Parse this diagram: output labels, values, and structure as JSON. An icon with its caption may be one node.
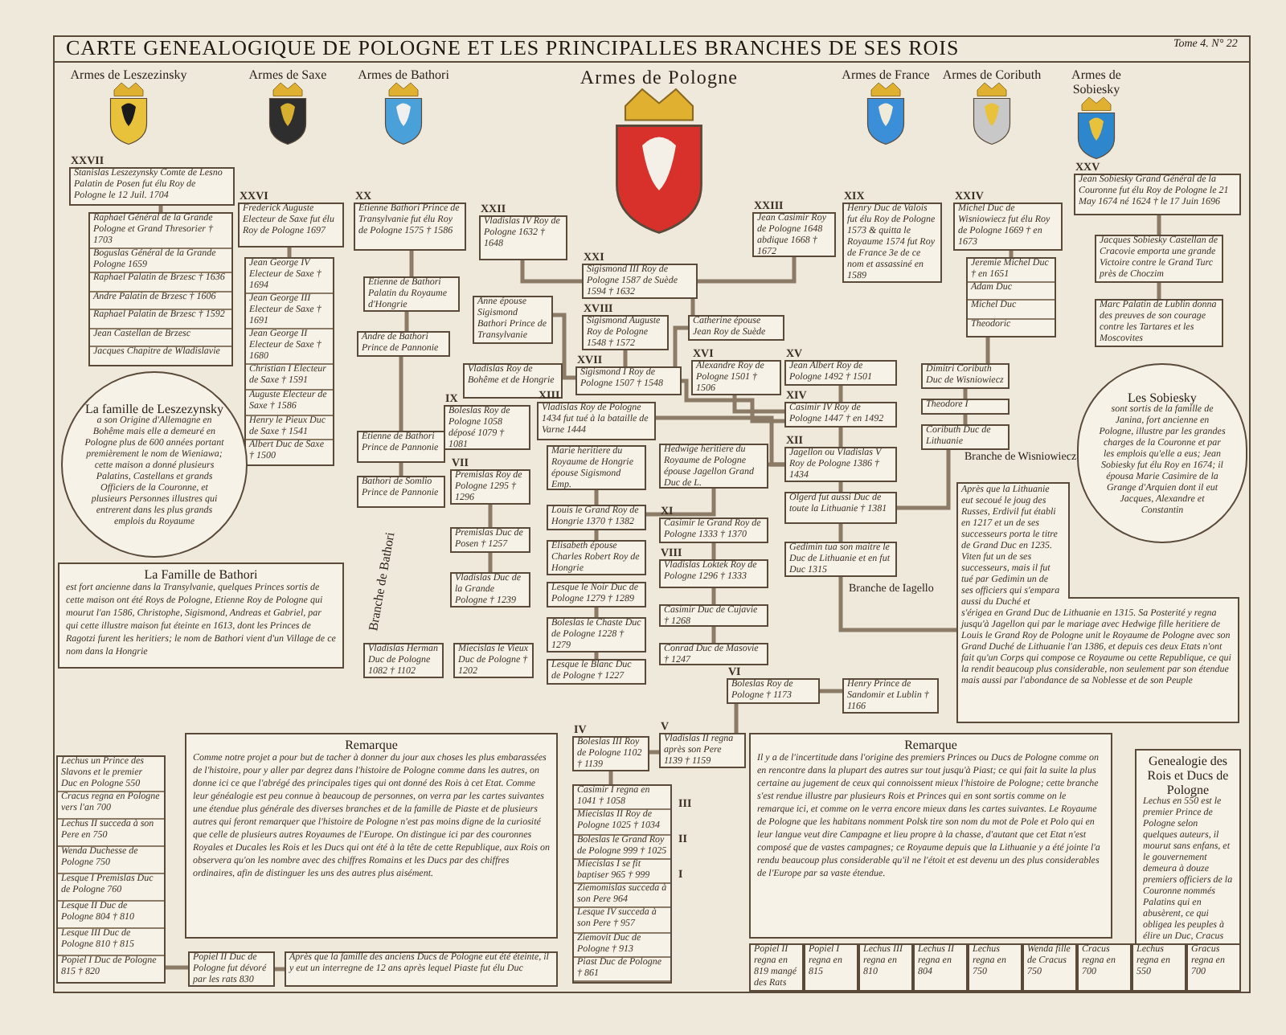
{
  "diagram": {
    "title": "CARTE GENEALOGIQUE DE POLOGNE ET LES PRINCIPALLES BRANCHES DE SES ROIS",
    "nodes": [
      {
        "text": [
          "Armes de Leszezinsky"
        ]
      },
      {
        "text": [
          "Armes de Saxe"
        ]
      },
      {
        "text": [
          "Armes de Bathori"
        ]
      },
      {
        "text": [
          "Armes de Pologne"
        ]
      },
      {
        "text": [
          "Armes de France"
        ]
      },
      {
        "text": [
          "Armes de Coributh"
        ]
      },
      {
        "text": [
          "Armes de Sobiesky"
        ]
      },
      {
        "text": [
          "Stanislas Leszezynsky Comte de Lesno Palatin de Posen fut élu Roy de Pologne le 12 Juil. 1704"
        ],
        "beside": [
          "XXVII"
        ]
      },
      {
        "text": [
          "Raphael Général de la Grande Pologne et Grand Thresorier † 1703",
          "Boguslas Général de la Grande Pologne 1659",
          "Raphael Palatin de Brzesc † 1636",
          "Andre Palatin de Brzesc † 1606",
          "Raphael Palatin de Brzesc † 1592",
          "Jean Castellan de Brzesc",
          "Jacques Chapitre de Wladislavie"
        ]
      },
      {
        "text": [
          "Frederick Auguste Electeur de Saxe fut élu Roy de Pologne 1697"
        ],
        "beside": [
          "XXVI"
        ]
      },
      {
        "text": [
          "Jean George IV Electeur de Saxe † 1694",
          "Jean George III Electeur de Saxe † 1691",
          "Jean George II Electeur de Saxe † 1680",
          "Christian I Electeur de Saxe † 1591",
          "Auguste Electeur de Saxe † 1586",
          "Henry le Pieux Duc de Saxe † 1541",
          "Albert Duc de Saxe † 1500"
        ]
      },
      {
        "text": [
          "Etienne Bathori Prince de Transylvanie fut élu Roy de Pologne 1575 † 1586"
        ],
        "beside": [
          "XX"
        ]
      },
      {
        "text": [
          "Etienne de Bathori Palatin du Royaume d'Hongrie"
        ]
      },
      {
        "text": [
          "Andre de Bathori Prince de Pannonie"
        ]
      },
      {
        "text": [
          "Etienne de Bathori Prince de Pannonie"
        ]
      },
      {
        "text": [
          "Bathori de Somlio Prince de Pannonie"
        ]
      },
      {
        "text": [
          "Vladislas IV Roy de Pologne 1632 † 1648"
        ],
        "beside": [
          "XXII"
        ]
      },
      {
        "text": [
          "Anne épouse Sigismond Bathori Prince de Transylvanie"
        ]
      },
      {
        "text": [
          "Sigismond III Roy de Pologne 1587 de Suède 1594 † 1632"
        ],
        "beside": [
          "XXI"
        ]
      },
      {
        "text": [
          "Sigismond Auguste Roy de Pologne 1548 † 1572"
        ],
        "beside": [
          "XVIII"
        ]
      },
      {
        "text": [
          "Catherine épouse Jean Roy de Suède"
        ]
      },
      {
        "text": [
          "Jean Casimir Roy de Pologne 1648 abdique 1668 † 1672"
        ],
        "beside": [
          "XXIII"
        ]
      },
      {
        "text": [
          "Henry Duc de Valois fut élu Roy de Pologne 1573 & quitta le Royaume 1574 fut Roy de France 3e de ce nom et assassiné en 1589"
        ],
        "beside": [
          "XIX"
        ]
      },
      {
        "text": [
          "Michel Duc de Wisniowiecz fut élu Roy de Pologne 1669 † en 1673"
        ],
        "beside": [
          "XXIV"
        ]
      },
      {
        "text": [
          "Jeremie Michel Duc † en 1651",
          "Adam Duc",
          "Michel Duc",
          "Theodoric"
        ]
      },
      {
        "text": [
          "Jean Sobiesky Grand Général de la Couronne fut élu Roy de Pologne le 21 May 1674 né 1624 † le 17 Juin 1696"
        ],
        "beside": [
          "XXV"
        ]
      },
      {
        "text": [
          "Jacques Sobiesky Castellan de Cracovie emporta une grande Victoire contre le Grand Turc près de Choczim"
        ]
      },
      {
        "text": [
          "Marc Palatin de Lublin donna des preuves de son courage contre les Tartares et les Moscovites"
        ]
      },
      {
        "text": [
          "La famille de Leszezynsky",
          "a son Origine d'Allemagne en Bohême mais elle a demeuré en Pologne plus de 600 années portant premièrement le nom de Wieniawa; cette maison a donné plusieurs Palatins, Castellans et grands Officiers de la Couronne, et plusieurs Personnes illustres qui entrerent dans les plus grands emplois du Royaume"
        ]
      },
      {
        "text": [
          "La Famille de Bathori",
          "est fort ancienne dans la Transylvanie, quelques Princes sortis de cette maison ont été Roys de Pologne, Etienne Roy de Pologne qui mourut l'an 1586, Christophe, Sigismond, Andreas et Gabriel, par qui cette illustre maison fut éteinte en 1613, dont les Princes de Ragotzi furent les heritiers; le nom de Bathori vient d'un Village de ce nom dans la Hongrie"
        ]
      },
      {
        "text": [
          "Les Sobiesky",
          "sont sortis de la famille de Janina, fort ancienne en Pologne, illustre par les grandes charges de la Couronne et par les emplois qu'elle a eus; Jean Sobiesky fut élu Roy en 1674; il épousa Marie Casimire de la Grange d'Arquien dont il eut Jacques, Alexandre et Constantin"
        ]
      },
      {
        "text": [
          "Après que la Lithuanie eut secoué le joug des Russes, Erdivil fut établi en 1217 et un de ses successeurs porta le titre de Grand Duc en 1235. Viten fut un de ses successeurs, mais il fut tué par Gedimin un de ses officiers qui s'empara aussi du Duché et s'érigea en Grand Duc de Lithuanie en 1315. Sa Posterité y regna jusqu'à Jagellon qui par le mariage avec Hedwige fille heritiere de Louis le Grand Roy de Pologne unit le Royaume de Pologne avec son Grand Duché de Lithuanie l'an 1386, et depuis ces deux Etats n'ont fait qu'un Corps qui compose ce Royaume ou cette Republique, ce qui la rendit beaucoup plus considerable, non seulement par son étendue mais aussi par l'abondance de sa Noblesse et de son Peuple"
        ]
      },
      {
        "text": [
          "Vladislas Roy de Bohême et de Hongrie"
        ]
      },
      {
        "text": [
          "Sigismond I Roy de Pologne 1507 † 1548"
        ],
        "beside": [
          "XVII"
        ]
      },
      {
        "text": [
          "Alexandre Roy de Pologne 1501 † 1506"
        ],
        "beside": [
          "XVI"
        ]
      },
      {
        "text": [
          "Jean Albert Roy de Pologne 1492 † 1501"
        ],
        "beside": [
          "XV"
        ]
      },
      {
        "text": [
          "Casimir IV Roy de Pologne 1447 † en 1492"
        ],
        "beside": [
          "XIV"
        ]
      },
      {
        "text": [
          "Vladislas Roy de Pologne 1434 fut tué à la bataille de Varne 1444"
        ],
        "beside": [
          "XIII"
        ]
      },
      {
        "text": [
          "Jagellon ou Vladislas V Roy de Pologne 1386 † 1434"
        ],
        "beside": [
          "XII"
        ]
      },
      {
        "text": [
          "Olgerd fut aussi Duc de toute la Lithuanie † 1381"
        ]
      },
      {
        "text": [
          "Gedimin tua son maitre le Duc de Lithuanie et en fut Duc 1315"
        ]
      },
      {
        "text": [
          "Dimitri Coributh Duc de Wisniowiecz"
        ]
      },
      {
        "text": [
          "Theodore I"
        ]
      },
      {
        "text": [
          "Coributh Duc de Lithuanie"
        ]
      },
      {
        "text": [
          "Boleslas Roy de Pologne 1058 déposé 1079 † 1081"
        ],
        "beside": [
          "IX"
        ]
      },
      {
        "text": [
          "Premislas Roy de Pologne 1295 † 1296"
        ],
        "beside": [
          "VII"
        ]
      },
      {
        "text": [
          "Premislas Duc de Posen † 1257"
        ]
      },
      {
        "text": [
          "Vladislas Duc de la Grande Pologne † 1239"
        ]
      },
      {
        "text": [
          "Vladislas Herman Duc de Pologne 1082 † 1102"
        ]
      },
      {
        "text": [
          "Miecislas le Vieux Duc de Pologne † 1202"
        ]
      },
      {
        "text": [
          "Marie heritiere du Royaume de Hongrie épouse Sigismond Emp."
        ]
      },
      {
        "text": [
          "Hedwige heritiere du Royaume de Pologne épouse Jagellon Grand Duc de L."
        ]
      },
      {
        "text": [
          "Louis le Grand Roy de Hongrie 1370 † 1382"
        ]
      },
      {
        "text": [
          "Casimir le Grand Roy de Pologne 1333 † 1370"
        ],
        "beside": [
          "XI"
        ]
      },
      {
        "text": [
          "Elisabeth épouse Charles Robert Roy de Hongrie"
        ]
      },
      {
        "text": [
          "Vladislas Loktek Roy de Pologne 1296 † 1333"
        ],
        "beside": [
          "VIII"
        ]
      },
      {
        "text": [
          "Lesque le Noir Duc de Pologne 1279 † 1289"
        ]
      },
      {
        "text": [
          "Boleslas le Chaste Duc de Pologne 1228 † 1279"
        ]
      },
      {
        "text": [
          "Lesque le Blanc Duc de Pologne † 1227"
        ]
      },
      {
        "text": [
          "Casimir Duc de Cujavie † 1268"
        ]
      },
      {
        "text": [
          "Conrad Duc de Masovie † 1247"
        ]
      },
      {
        "text": [
          "Boleslas Roy de Pologne † 1173"
        ],
        "beside": [
          "VI"
        ]
      },
      {
        "text": [
          "Henry Prince de Sandomir et Lublin † 1166"
        ]
      },
      {
        "text": [
          "Vladislas II regna après son Pere 1139 † 1159"
        ],
        "beside": [
          "V"
        ]
      },
      {
        "text": [
          "Boleslas III Roy de Pologne 1102 † 1139"
        ],
        "beside": [
          "IV"
        ]
      },
      {
        "text": [
          "Casimir I regna en 1041 † 1058",
          "Miecislas II Roy de Pologne 1025 † 1034",
          "Boleslas le Grand Roy de Pologne 999 † 1025",
          "Miecislas I se fit baptiser 965 † 999",
          "Ziemomislas succeda à son Pere 964",
          "Lesque IV succeda à son Pere † 957",
          "Ziemovit Duc de Pologne † 913",
          "Piast Duc de Pologne † 861"
        ],
        "beside": [
          "III",
          "II",
          "I"
        ]
      },
      {
        "text": [
          "Remarque",
          "Comme notre projet a pour but de tacher à donner du jour aux choses les plus embarassées de l'histoire, pour y aller par degrez dans l'histoire de Pologne comme dans les autres, on donne ici ce que l'abrégé des principales tiges qui ont donné des Rois à cet Etat. Comme leur généalogie est peu connue à beaucoup de personnes, on verra par les cartes suivantes une étendue plus générale des diverses branches et de la famille de Piaste et de plusieurs autres qui feront remarquer que l'histoire de Pologne n'est pas moins digne de la curiosité que celle de plusieurs autres Royaumes de l'Europe. On distingue ici par des couronnes Royales et Ducales les Rois et les Ducs qui ont été à la tête de cette Republique, aux Rois on observera qu'on les nombre avec des chiffres Romains et les Ducs par des chiffres ordinaires, afin de distinguer les uns des autres plus aisément."
        ]
      },
      {
        "text": [
          "Remarque",
          "Il y a de l'incertitude dans l'origine des premiers Princes ou Ducs de Pologne comme on en rencontre dans la plupart des autres sur tout jusqu'à Piast; ce qui fait la suite la plus certaine au jugement de ceux qui connoissent mieux l'histoire de Pologne; cette branche s'est rendue illustre par plusieurs Rois et Princes qui en sont sortis comme on le remarque ici, et comme on le verra encore mieux dans les cartes suivantes. Le Royaume de Pologne que les habitans nomment Polsk tire son nom du mot de Pole et Polo qui en leur langue veut dire Campagne et lieu propre à la chasse, d'autant que cet Etat n'est composé que de vastes campagnes; ce Royaume depuis que la Lithuanie y a été jointe l'a rendu beaucoup plus considerable qu'il ne l'étoit et est devenu un des plus considerables de l'Europe par sa vaste étendue."
        ]
      },
      {
        "text": [
          "Genealogie des Rois et Ducs de Pologne",
          "Lechus en 550 est le premier Prince de Pologne selon quelques auteurs, il mourut sans enfans, et le gouvernement demeura à douze premiers officiers de la Couronne nommés Palatins qui en abusèrent, ce qui obligea les peuples à élire un Duc, Cracus"
        ]
      },
      {
        "text": [
          "Lechus un Prince des Slavons et le premier Duc en Pologne 550",
          "Cracus regna en Pologne vers l'an 700",
          "Lechus II succeda à son Pere en 750",
          "Wenda Duchesse de Pologne 750",
          "Lesque I Premislas Duc de Pologne 760",
          "Lesque II Duc de Pologne 804 † 810",
          "Lesque III Duc de Pologne 810 † 815",
          "Popiel I Duc de Pologne 815 † 820"
        ]
      },
      {
        "text": [
          "Popiel II Duc de Pologne fut dévoré par les rats 830"
        ]
      },
      {
        "text": [
          "Après que la famille des anciens Ducs de Pologne eut été éteinte, il y eut un interregne de 12 ans après lequel Piaste fut élu Duc"
        ]
      }
    ],
    "edges": [
      {
        "from": 8,
        "to": 7,
        "arrow": "none"
      },
      {
        "from": 10,
        "to": 9,
        "arrow": "none"
      },
      {
        "from": 12,
        "to": 11,
        "arrow": "none"
      },
      {
        "from": 13,
        "to": 12,
        "arrow": "none"
      },
      {
        "from": 14,
        "to": 13,
        "arrow": "none"
      },
      {
        "from": 15,
        "to": 14,
        "arrow": "none"
      },
      {
        "from": 24,
        "to": 23,
        "arrow": "none"
      },
      {
        "from": 24,
        "to": 41,
        "arrow": "none"
      },
      {
        "from": 41,
        "to": 42,
        "arrow": "none"
      },
      {
        "from": 42,
        "to": 43,
        "arrow": "none"
      },
      {
        "from": 43,
        "to": 39,
        "arrow": "none"
      },
      {
        "from": 26,
        "to": 25,
        "arrow": "none"
      },
      {
        "from": 27,
        "to": 26,
        "arrow": "none"
      },
      {
        "from": 40,
        "to": 39,
        "arrow": "none"
      },
      {
        "from": 39,
        "to": 38,
        "arrow": "none"
      },
      {
        "from": 38,
        "to": 36,
        "arrow": "none"
      },
      {
        "from": 38,
        "to": 37,
        "arrow": "none"
      },
      {
        "from": 36,
        "to": 35,
        "arrow": "none"
      },
      {
        "from": 36,
        "to": 34,
        "arrow": "none"
      },
      {
        "from": 36,
        "to": 33,
        "arrow": "none"
      },
      {
        "from": 33,
        "to": 19,
        "arrow": "none"
      },
      {
        "from": 33,
        "to": 20,
        "arrow": "none"
      },
      {
        "from": 33,
        "to": 17,
        "arrow": "none"
      },
      {
        "from": 20,
        "to": 18,
        "arrow": "none"
      },
      {
        "from": 18,
        "to": 16,
        "arrow": "none"
      },
      {
        "from": 18,
        "to": 21,
        "arrow": "none"
      },
      {
        "from": 40,
        "to": 31,
        "arrow": "none"
      },
      {
        "from": 69,
        "to": 70,
        "arrow": "none"
      },
      {
        "from": 70,
        "to": 71,
        "arrow": "none"
      },
      {
        "from": 65,
        "to": 64,
        "arrow": "none"
      },
      {
        "from": 64,
        "to": 63,
        "arrow": "none"
      },
      {
        "from": 63,
        "to": 61,
        "arrow": "none"
      },
      {
        "from": 61,
        "to": 62,
        "arrow": "none"
      },
      {
        "from": 60,
        "to": 59,
        "arrow": "none"
      },
      {
        "from": 59,
        "to": 55,
        "arrow": "none"
      },
      {
        "from": 55,
        "to": 53,
        "arrow": "none"
      },
      {
        "from": 54,
        "to": 52,
        "arrow": "none"
      },
      {
        "from": 52,
        "to": 51,
        "arrow": "none"
      },
      {
        "from": 52,
        "to": 50,
        "arrow": "none"
      },
      {
        "from": 51,
        "to": 38,
        "arrow": "none"
      },
      {
        "from": 58,
        "to": 57,
        "arrow": "none"
      },
      {
        "from": 57,
        "to": 56,
        "arrow": "none"
      },
      {
        "from": 46,
        "to": 45,
        "arrow": "none"
      },
      {
        "from": 47,
        "to": 46,
        "arrow": "none"
      }
    ],
    "labels": [
      "Tome 4. N° 22",
      "Branche de Bathori",
      "Branche de Wisniowiecz",
      "Branche de Iagello",
      "Popiel II regna en 819 mangé des Rats",
      "Popiel I regna en 815",
      "Lechus III regna en 810",
      "Lechus II regna en 804",
      "Lechus regna en 750",
      "Wenda fille de Cracus 750",
      "Cracus regna en 700",
      "Lechus regna en 550",
      "Gracus regna en 700"
    ]
  }
}
